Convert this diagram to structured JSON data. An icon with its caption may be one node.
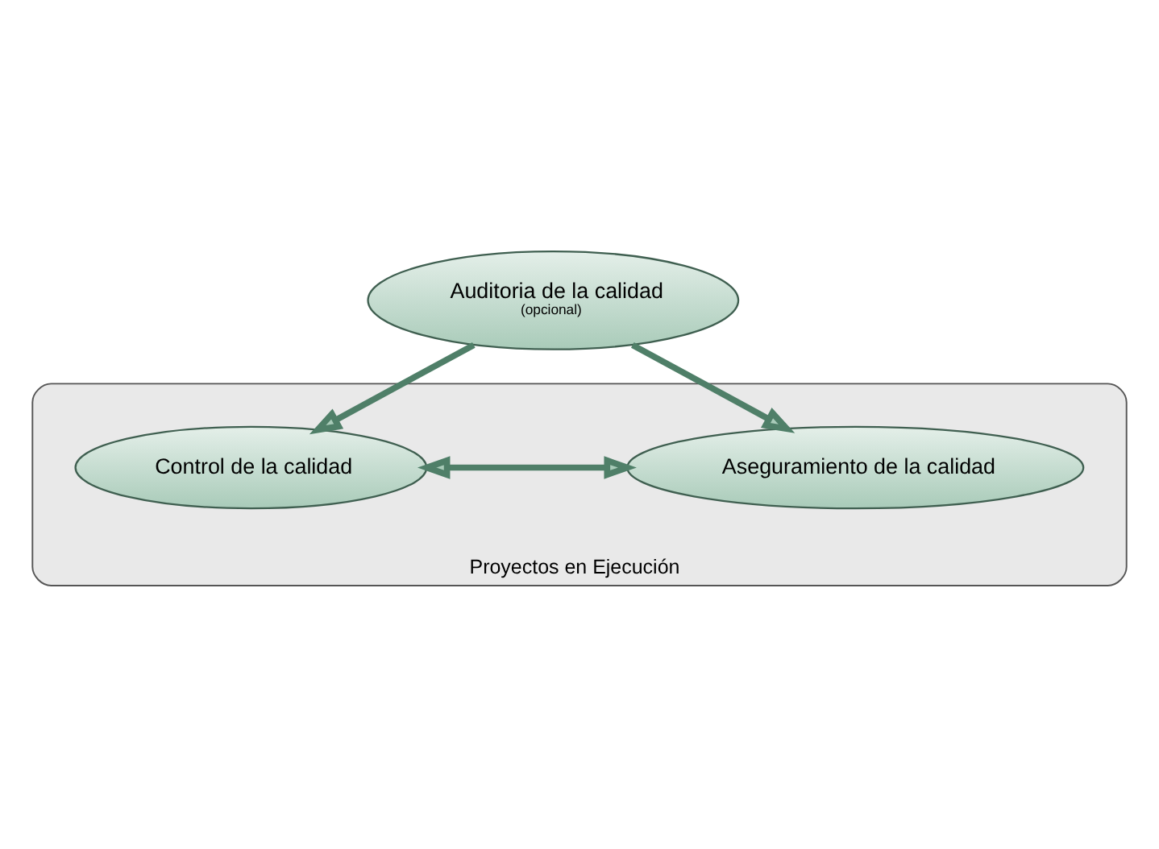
{
  "diagram": {
    "nodes": [
      {
        "text": [
          "Auditoria de la calidad",
          "(opcional)"
        ]
      },
      {
        "text": [
          "Proyectos en Ejecución"
        ]
      },
      {
        "text": [
          "Control de la calidad"
        ],
        "in": 1
      },
      {
        "text": [
          "Aseguramiento de la calidad"
        ],
        "in": 1
      }
    ],
    "edges": [
      {
        "from": 0,
        "to": 2,
        "arrow": "to"
      },
      {
        "from": 0,
        "to": 3,
        "arrow": "to"
      },
      {
        "from": 2,
        "to": 3,
        "arrow": "both"
      }
    ]
  }
}
